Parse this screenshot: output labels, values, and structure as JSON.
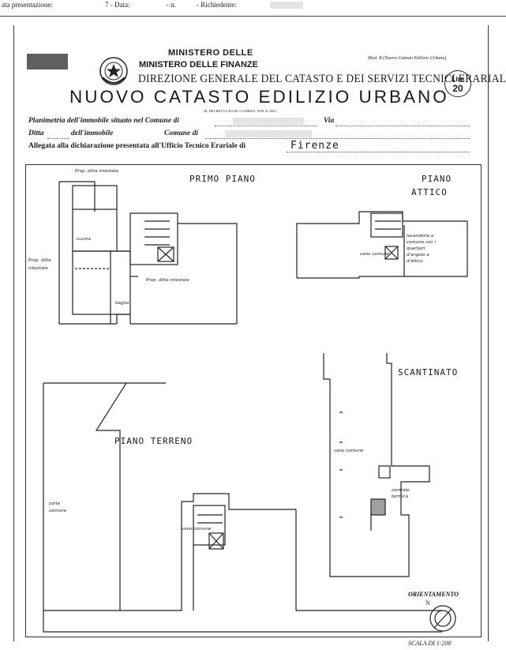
{
  "header": {
    "presentation_label": "ata presentazione:",
    "date_fragment": "7 - Data:",
    "number_label": "- n.",
    "applicant_label": "- Richiedente:"
  },
  "title_block": {
    "ministry_line1": "MINISTERO DELLE",
    "ministry_line2": "MINISTERO DELLE FINANZE",
    "direzione": "DIREZIONE GENERALE DEL CATASTO E DEI SERVIZI TECNICI ERARIALI",
    "main_title": "NUOVO CATASTO EDILIZIO URBANO",
    "decreto": "(R. DECRETO-LEGGE 13 APRILE 1939, N. 652)",
    "model": "Mod. B (Nuovo Catasto Edilizio Urbano)",
    "stamp_line1": "Lire",
    "stamp_line2": "20"
  },
  "form": {
    "planimetria_label": "Planimetria dell'immobile situato nel Comune di",
    "via_label": "Via",
    "ditta_label": "Ditta",
    "ditta_mid": "dell'immobile",
    "comune_label": "Comune di",
    "allegata_label": "Allegata alla dichiarazione presentata all'Ufficio Tecnico Erariale di",
    "ufficio_value": "Firenze"
  },
  "plan": {
    "primo_piano": "PRIMO PIANO",
    "piano_attico_1": "PIANO",
    "piano_attico_2": "ATTICO",
    "scantinato": "SCANTINATO",
    "piano_terreno": "PIANO TERRENO",
    "prop_top": "Prop. ditta intestata",
    "prop_left_1": "Prop. ditta",
    "prop_left_2": "intestata",
    "prop_center": "Prop. ditta intestata",
    "cucina": "cucina",
    "bagno": "bagno",
    "vano_comune": "vano comune",
    "lavanderia_1": "lavanderia a",
    "lavanderia_2": "comune con i",
    "lavanderia_3": "quartieri",
    "lavanderia_4": "d'angolo a",
    "lavanderia_5": "d'attico",
    "vano_comune_scantinato": "vano comune",
    "centrale_1": "centrale",
    "centrale_2": "termica",
    "corte_1": "corte",
    "corte_2": "comune",
    "vano_comune_terreno": "vano comune",
    "orientamento": "ORIENTAMENTO",
    "north": "N",
    "scala": "SCALA DI 1:200"
  }
}
